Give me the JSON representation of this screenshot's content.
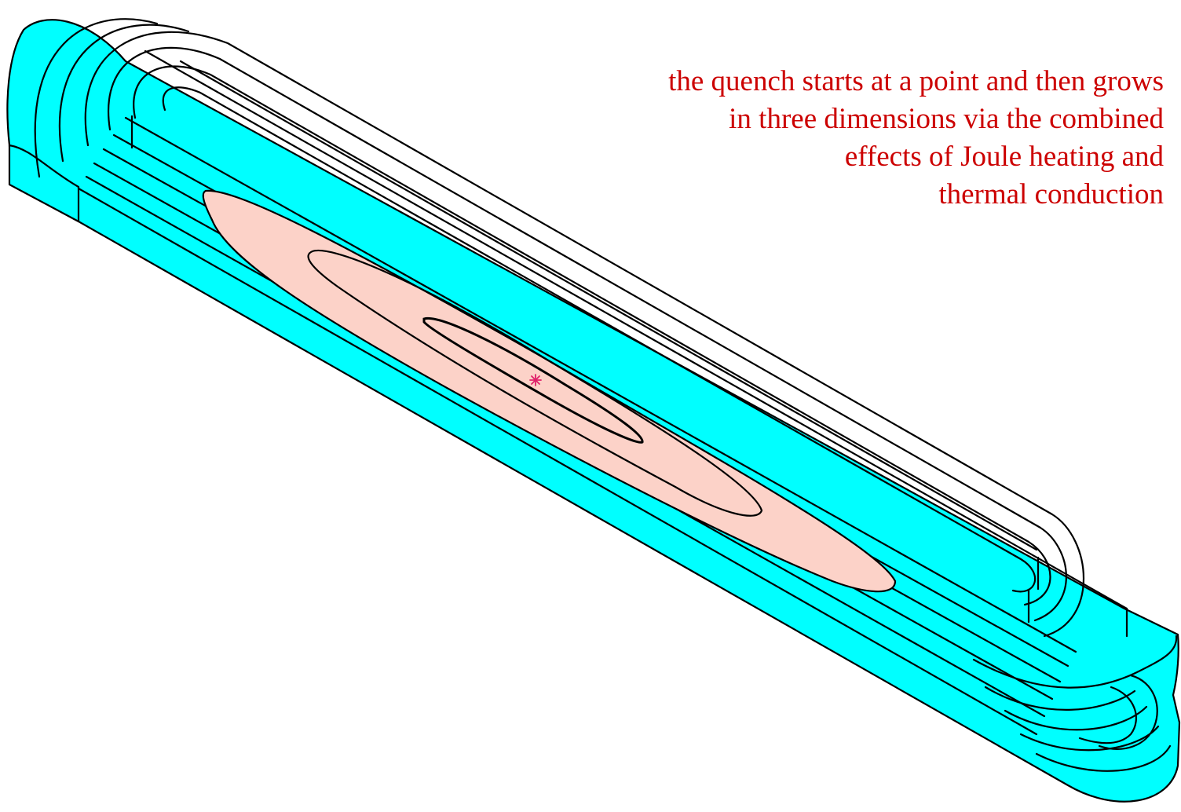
{
  "caption": {
    "lines": [
      "the quench starts at a point and then grows",
      "in three dimensions via the combined",
      "effects of Joule heating and",
      "thermal conduction"
    ],
    "color": "#cc0000"
  },
  "diagram": {
    "coil_color": "#00ffff",
    "quench_zone_color": "#fcd2c8",
    "outline_color": "#000000",
    "quench_origin_color": "#e0206a"
  }
}
